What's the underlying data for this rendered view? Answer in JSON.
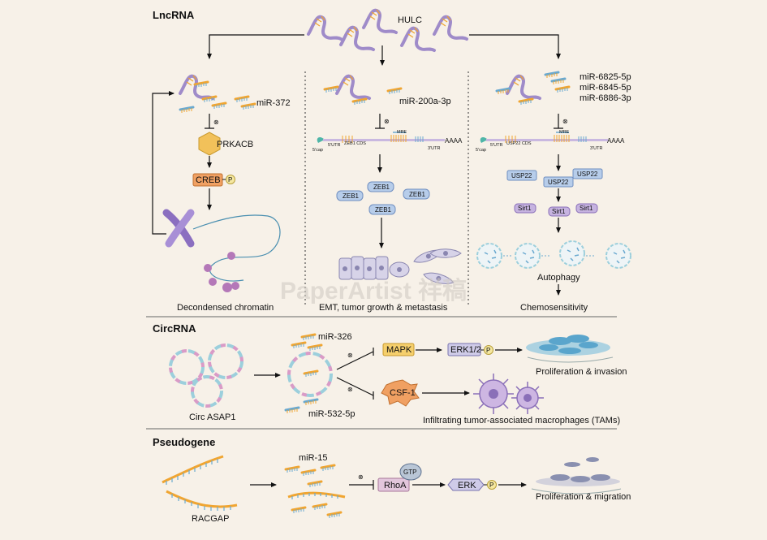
{
  "sections": {
    "lncrna": "LncRNA",
    "circrna": "CircRNA",
    "pseudogene": "Pseudogene"
  },
  "lnc": {
    "hulc": "HULC",
    "col1": {
      "mirna": "miR-372",
      "prkacb": "PRKACB",
      "creb": "CREB",
      "p": "P",
      "caption": "Decondensed chromatin"
    },
    "col2": {
      "mirna": "miR-200a-3p",
      "cap": "5'cap",
      "utr5": "5'UTR",
      "cds": "ZEB1 CDS",
      "mre": "MRE",
      "utr3": "3'UTR",
      "polya": "AAAA",
      "protein": "ZEB1",
      "caption": "EMT, tumor growth & metastasis"
    },
    "col3": {
      "mirnas": [
        "miR-6825-5p",
        "miR-6845-5p",
        "miR-6886-3p"
      ],
      "cap": "5'cap",
      "utr5": "5'UTR",
      "cds": "USP22 CDS",
      "mre": "MRE",
      "utr3": "3'UTR",
      "polya": "AAAA",
      "protein": "USP22",
      "sirt": "Sirt1",
      "autophagy": "Autophagy",
      "caption": "Chemosensitivity"
    }
  },
  "circ": {
    "name": "Circ ASAP1",
    "mir_top": "miR-326",
    "mir_bottom": "miR-532-5p",
    "mapk": "MAPK",
    "erk": "ERK1/2",
    "p": "P",
    "csf": "CSF-1",
    "out1": "Proliferation & invasion",
    "out2": "Infiltrating tumor-associated macrophages (TAMs)"
  },
  "pseudo": {
    "name": "RACGAP",
    "mirna": "miR-15",
    "gtp": "GTP",
    "rhoa": "RhoA",
    "erk": "ERK",
    "p": "P",
    "out": "Proliferation & migration"
  },
  "watermark": "PaperArtist 祥稿",
  "colors": {
    "rna": "#9f8bc9",
    "mirna_orange": "#f0a531",
    "mirna_blue": "#6aa9cf",
    "creb": "#f0a062",
    "prkacb": "#f2c15a",
    "protein": "#b7cdea",
    "sirt": "#c6b3e0",
    "mapk": "#f5cf6c",
    "erk": "#cfcbe8",
    "csf": "#f0a062",
    "rhoa": "#e2c6dc",
    "cell": "#d7d3e8",
    "background": "#f7f1e8"
  }
}
